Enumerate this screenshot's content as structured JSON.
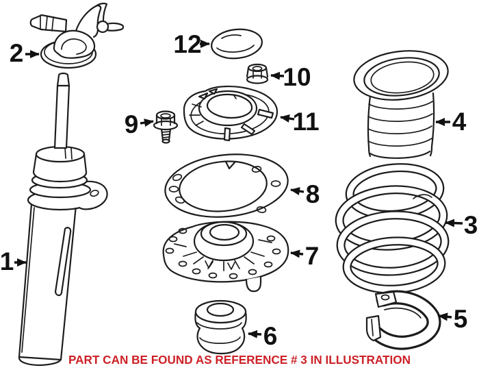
{
  "colors": {
    "background": "#ffffff",
    "line": "#1c1c1c",
    "label": "#111111",
    "notice_red": "#cc2127"
  },
  "callouts": [
    {
      "number": "1",
      "arrow_direction": "right"
    },
    {
      "number": "2",
      "arrow_direction": "right"
    },
    {
      "number": "3",
      "arrow_direction": "left"
    },
    {
      "number": "4",
      "arrow_direction": "left"
    },
    {
      "number": "5",
      "arrow_direction": "left"
    },
    {
      "number": "6",
      "arrow_direction": "left"
    },
    {
      "number": "7",
      "arrow_direction": "left"
    },
    {
      "number": "8",
      "arrow_direction": "left"
    },
    {
      "number": "9",
      "arrow_direction": "right"
    },
    {
      "number": "10",
      "arrow_direction": "left"
    },
    {
      "number": "11",
      "arrow_direction": "left"
    },
    {
      "number": "12",
      "arrow_direction": "right"
    }
  ],
  "notice": {
    "text": "PART CAN BE FOUND AS REFERENCE # 3 IN ILLUSTRATION",
    "color": "#cc2127"
  }
}
